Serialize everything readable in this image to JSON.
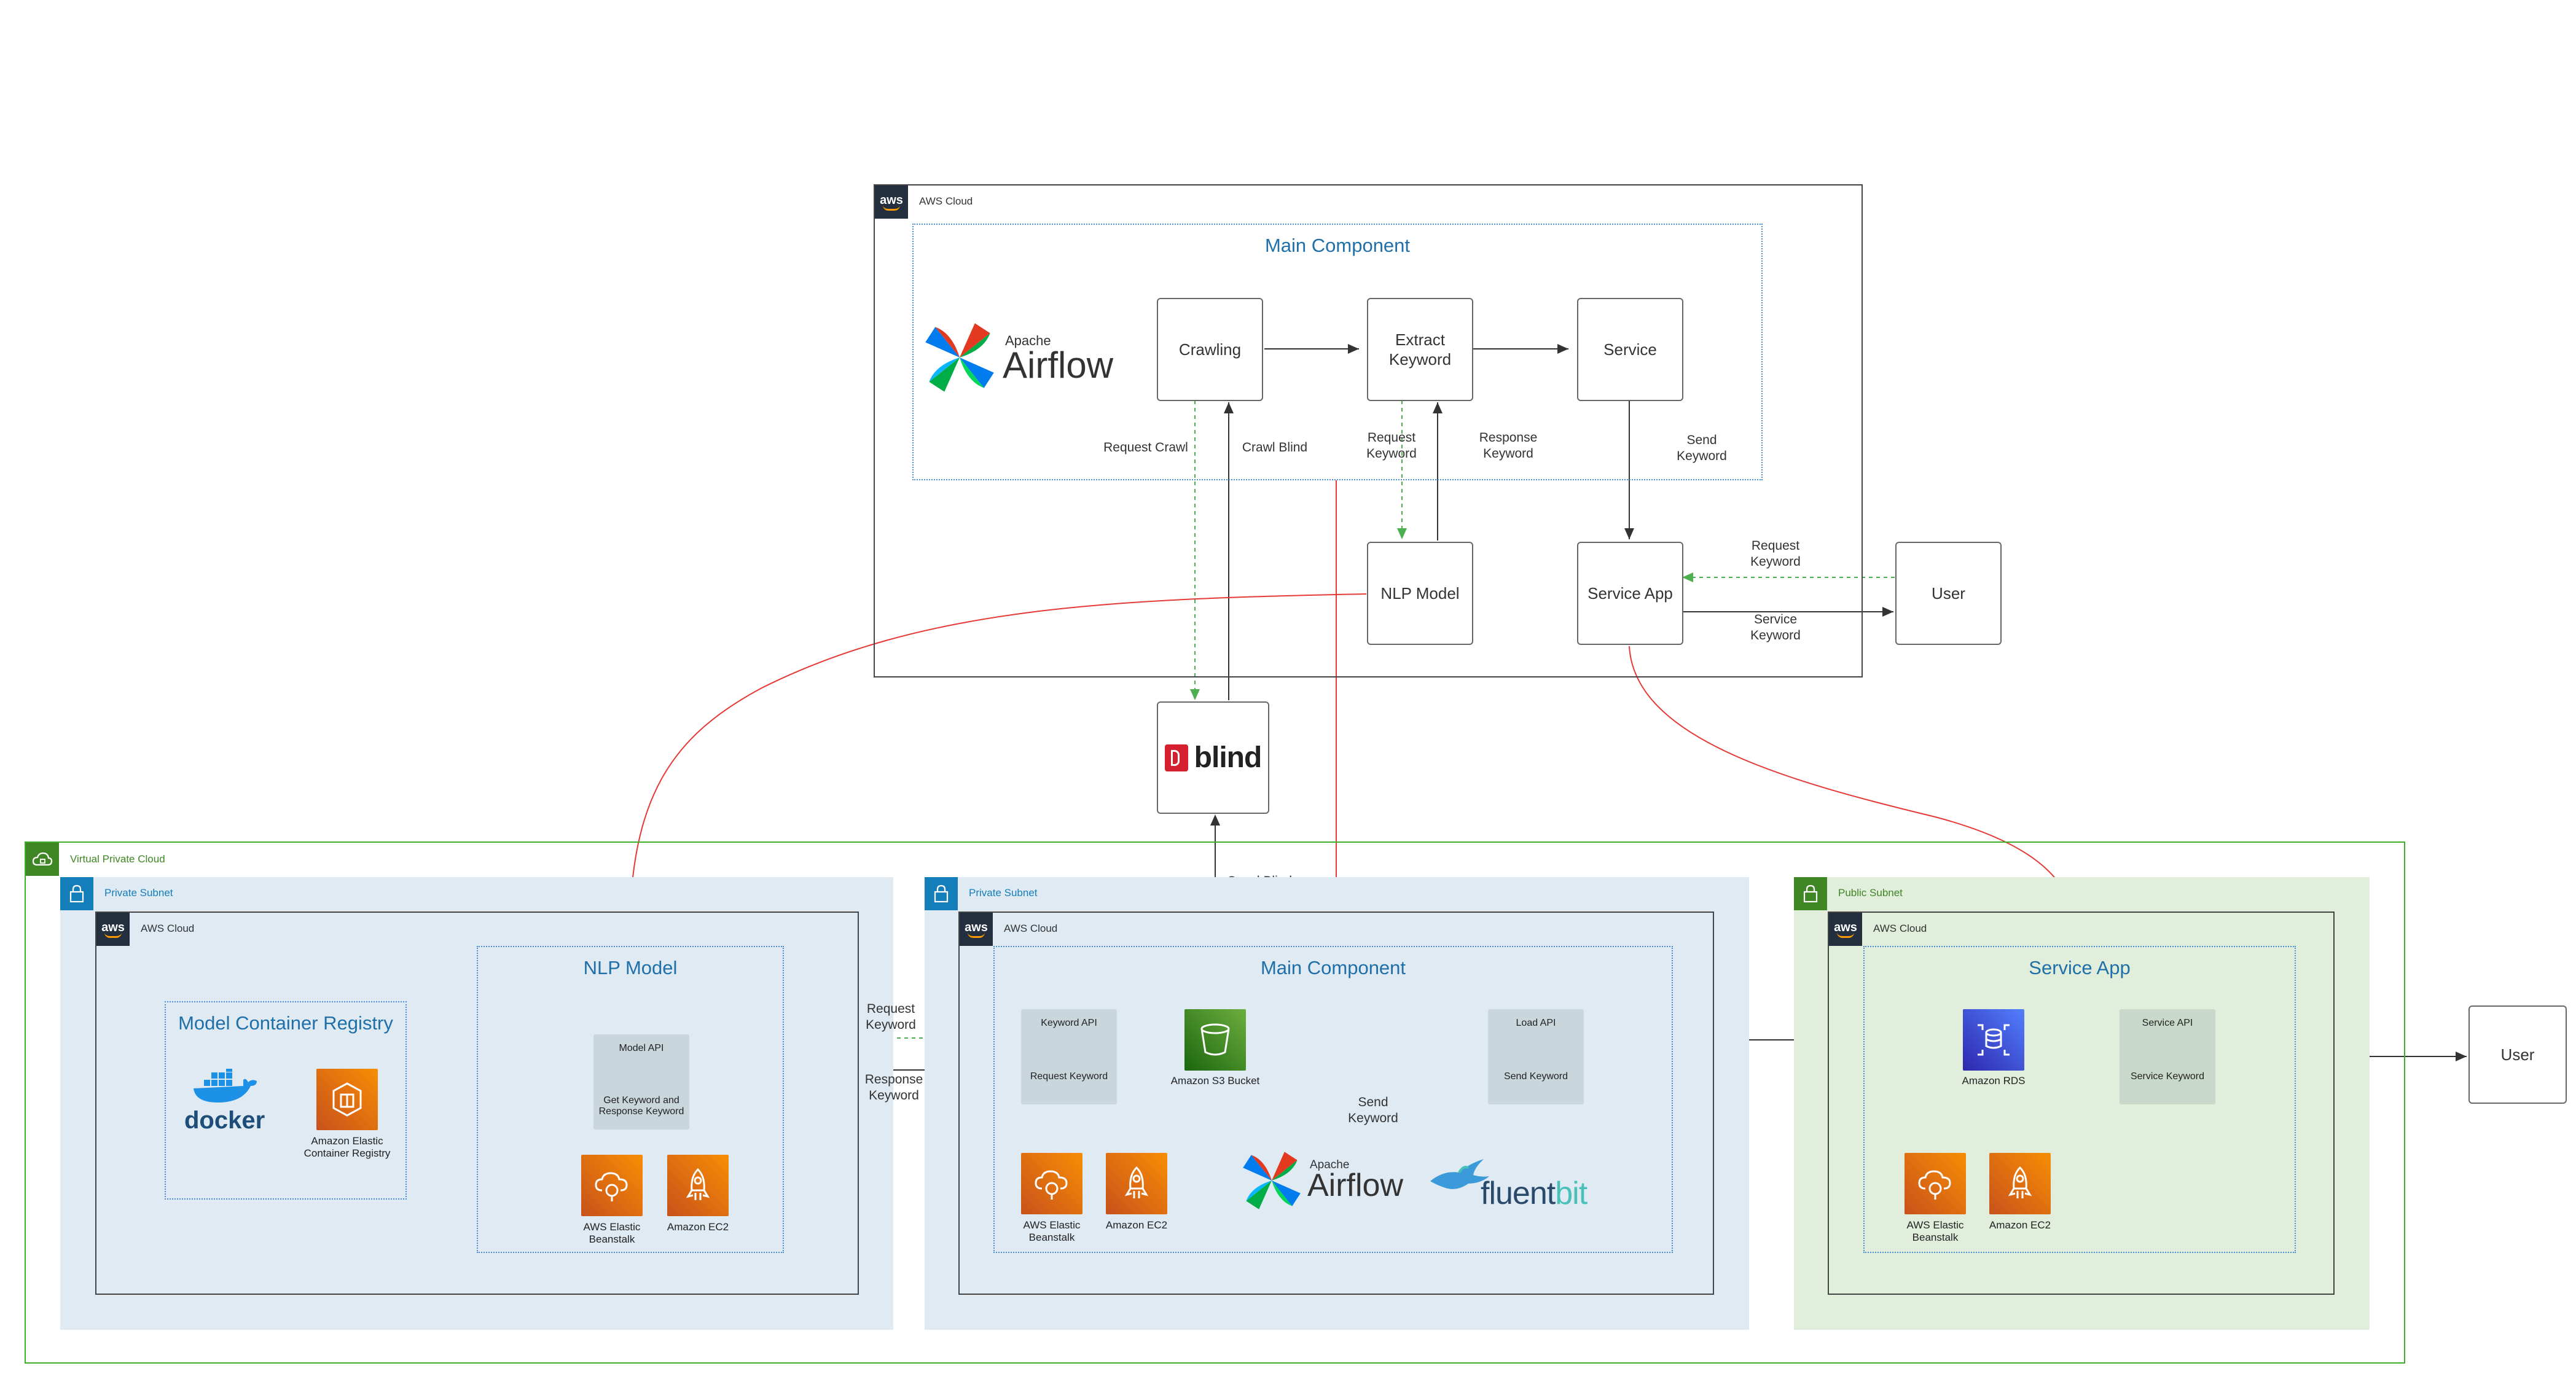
{
  "top": {
    "aws_cloud_label": "AWS Cloud",
    "aws_tag": "aws",
    "main_component_title": "Main Component",
    "airflow": {
      "small": "Apache",
      "big": "Airflow"
    },
    "nodes": {
      "crawling": "Crawling",
      "extract_keyword": "Extract\nKeyword",
      "service": "Service",
      "nlp_model": "NLP Model",
      "service_app": "Service App",
      "user": "User",
      "blind": "blind"
    },
    "edge_labels": {
      "request_crawl": "Request Crawl",
      "crawl_blind": "Crawl Blind",
      "request_keyword": "Request\nKeyword",
      "response_keyword": "Response\nKeyword",
      "send_keyword": "Send\nKeyword",
      "user_request_keyword": "Request\nKeyword",
      "user_service_keyword": "Service\nKeyword"
    }
  },
  "vpc": {
    "label": "Virtual Private Cloud",
    "crawl_blind_label": "Crawl Blind",
    "subnet_left": {
      "label": "Private Subnet",
      "aws_cloud_label": "AWS Cloud",
      "registry_title": "Model Container Registry",
      "docker_label": "docker",
      "ecr_label": "Amazon Elastic\nContainer Registry",
      "nlp_title": "NLP Model",
      "model_api": {
        "title": "Model API",
        "body": "Get Keyword and\nResponse Keyword"
      },
      "beanstalk_label": "AWS Elastic\nBeanstalk",
      "ec2_label": "Amazon EC2"
    },
    "subnet_middle": {
      "label": "Private Subnet",
      "aws_cloud_label": "AWS Cloud",
      "main_title": "Main Component",
      "keyword_api": {
        "title": "Keyword API",
        "body": "Request Keyword"
      },
      "s3_label": "Amazon S3 Bucket",
      "load_api": {
        "title": "Load API",
        "body": "Send Keyword"
      },
      "send_keyword_label": "Send\nKeyword",
      "beanstalk_label": "AWS Elastic\nBeanstalk",
      "ec2_label": "Amazon EC2",
      "airflow": {
        "small": "Apache",
        "big": "Airflow"
      },
      "fluentbit": {
        "a": "fluent",
        "b": "bit"
      }
    },
    "between_labels": {
      "request_keyword": "Request\nKeyword",
      "response_keyword": "Response\nKeyword"
    },
    "subnet_right": {
      "label": "Public Subnet",
      "aws_cloud_label": "AWS Cloud",
      "service_title": "Service App",
      "rds_label": "Amazon RDS",
      "service_api": {
        "title": "Service API",
        "body": "Service Keyword"
      },
      "beanstalk_label": "AWS Elastic\nBeanstalk",
      "ec2_label": "Amazon EC2"
    },
    "user_label": "User"
  },
  "colors": {
    "vpc_border": "#3fae29",
    "private_subnet_bg": "#dfeaf3",
    "public_subnet_bg": "#e1eedc",
    "dotted_group": "#4a8fd1",
    "group_title": "#1f6fa8",
    "red_edge": "#e53935",
    "green_edge": "#4caf50",
    "edge": "#333333"
  }
}
